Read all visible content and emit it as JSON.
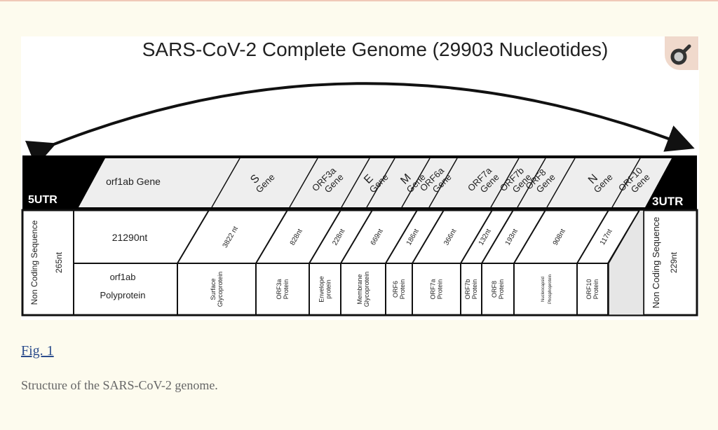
{
  "figure": {
    "title": "SARS-CoV-2 Complete Genome (29903 Nucleotides)",
    "utr5": {
      "label": "5UTR",
      "desc": "Non Coding Sequence",
      "nt": "265nt"
    },
    "utr3": {
      "label": "3UTR",
      "desc": "Non Coding Sequence",
      "nt": "229nt"
    },
    "orf1ab": {
      "gene": "orf1ab Gene",
      "nt": "21290nt",
      "protein_line1": "orf1ab",
      "protein_line2": "Polyprotein"
    },
    "genes": [
      {
        "name": "S",
        "sub": "Gene"
      },
      {
        "name": "ORF3a",
        "sub": "Gene"
      },
      {
        "name": "E",
        "sub": "Gene"
      },
      {
        "name": "M",
        "sub": "Gene"
      },
      {
        "name": "ORF6a",
        "sub": "Gene"
      },
      {
        "name": "ORF7a",
        "sub": "Gene"
      },
      {
        "name": "ORF7b",
        "sub": "Gene"
      },
      {
        "name": "ORF8",
        "sub": "Gene"
      },
      {
        "name": "N",
        "sub": "Gene"
      },
      {
        "name": "ORF10",
        "sub": "Gene"
      }
    ],
    "lengths": [
      "3822 nt",
      "828nt",
      "228nt",
      "669nt",
      "186nt",
      "366nt",
      "132nt",
      "193nt",
      "908nt",
      "117nt"
    ],
    "proteins": [
      {
        "l1": "Surface",
        "l2": "Glycoprotein"
      },
      {
        "l1": "ORF3a",
        "l2": "Protein"
      },
      {
        "l1": "Envelope",
        "l2": "protein"
      },
      {
        "l1": "Membrane",
        "l2": "Glycoprotein"
      },
      {
        "l1": "ORF6",
        "l2": "Protein"
      },
      {
        "l1": "ORF7a",
        "l2": "Protein"
      },
      {
        "l1": "ORF7b",
        "l2": "Protein"
      },
      {
        "l1": "ORF8",
        "l2": "Protein"
      },
      {
        "l1": "Nucleocapsid",
        "l2": "Phosphoprotein"
      },
      {
        "l1": "ORF10",
        "l2": "Protein"
      }
    ]
  },
  "caption": {
    "link": "Fig. 1",
    "text": "Structure of the SARS-CoV-2 genome."
  },
  "icons": {
    "zoom": "magnify-icon"
  }
}
